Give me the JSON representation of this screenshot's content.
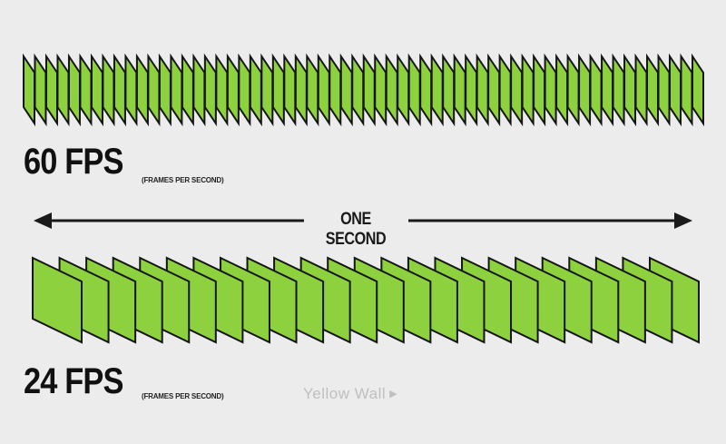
{
  "top_row": {
    "fps_label": "60 FPS",
    "sub_label": "(FRAMES PER SECOND)",
    "frame_count": 60
  },
  "bottom_row": {
    "fps_label": "24 FPS",
    "sub_label": "(FRAMES PER SECOND)",
    "frame_count": 24
  },
  "timeline": {
    "label": "ONE SECOND"
  },
  "watermark": {
    "text": "Yellow Wall",
    "icon": "play-triangle-icon"
  },
  "colors": {
    "background": "#ececec",
    "frame_fill": "#8dd13f",
    "frame_stroke": "#151515",
    "text": "#111111",
    "watermark": "#bfbfbf"
  }
}
